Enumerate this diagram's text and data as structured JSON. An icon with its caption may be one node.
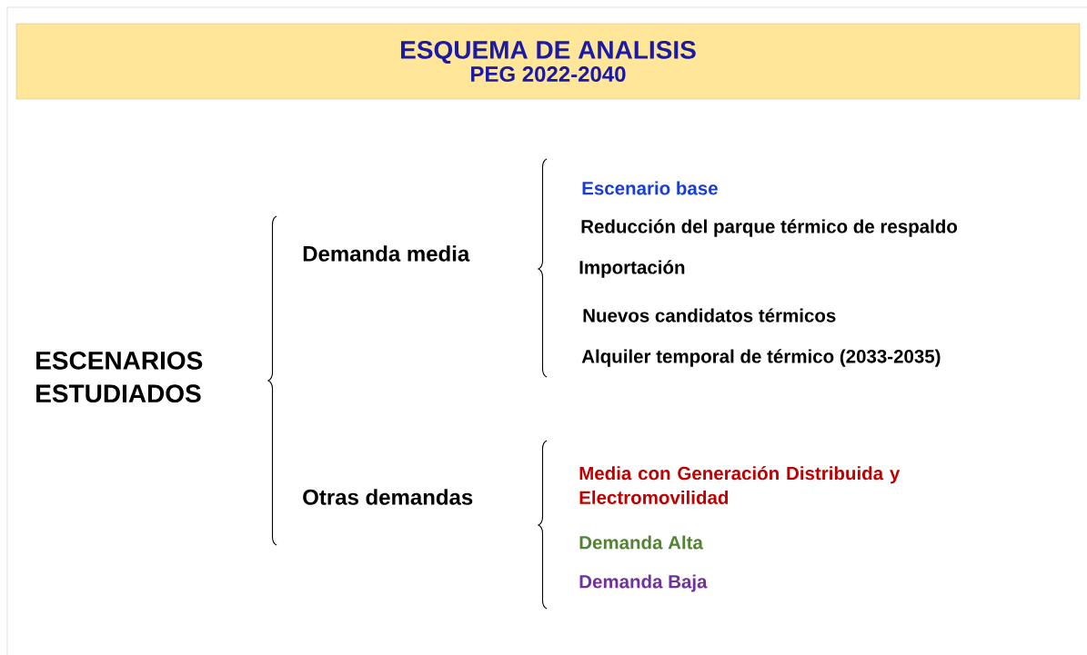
{
  "diagram": {
    "nodes": [
      {
        "text": [
          "ESQUEMA DE ANALISIS",
          "PEG 2022-2040"
        ]
      }
    ],
    "labels": [
      "ESCENARIOS ESTUDIADOS",
      "Demanda media",
      "Escenario base",
      "Reducción del parque térmico de respaldo",
      "Importación",
      "Nuevos candidatos térmicos",
      "Alquiler temporal de térmico (2033-2035)",
      "Otras demandas",
      "Media con Generación Distribuida y Electromovilidad",
      "Demanda Alta",
      "Demanda Baja"
    ]
  }
}
